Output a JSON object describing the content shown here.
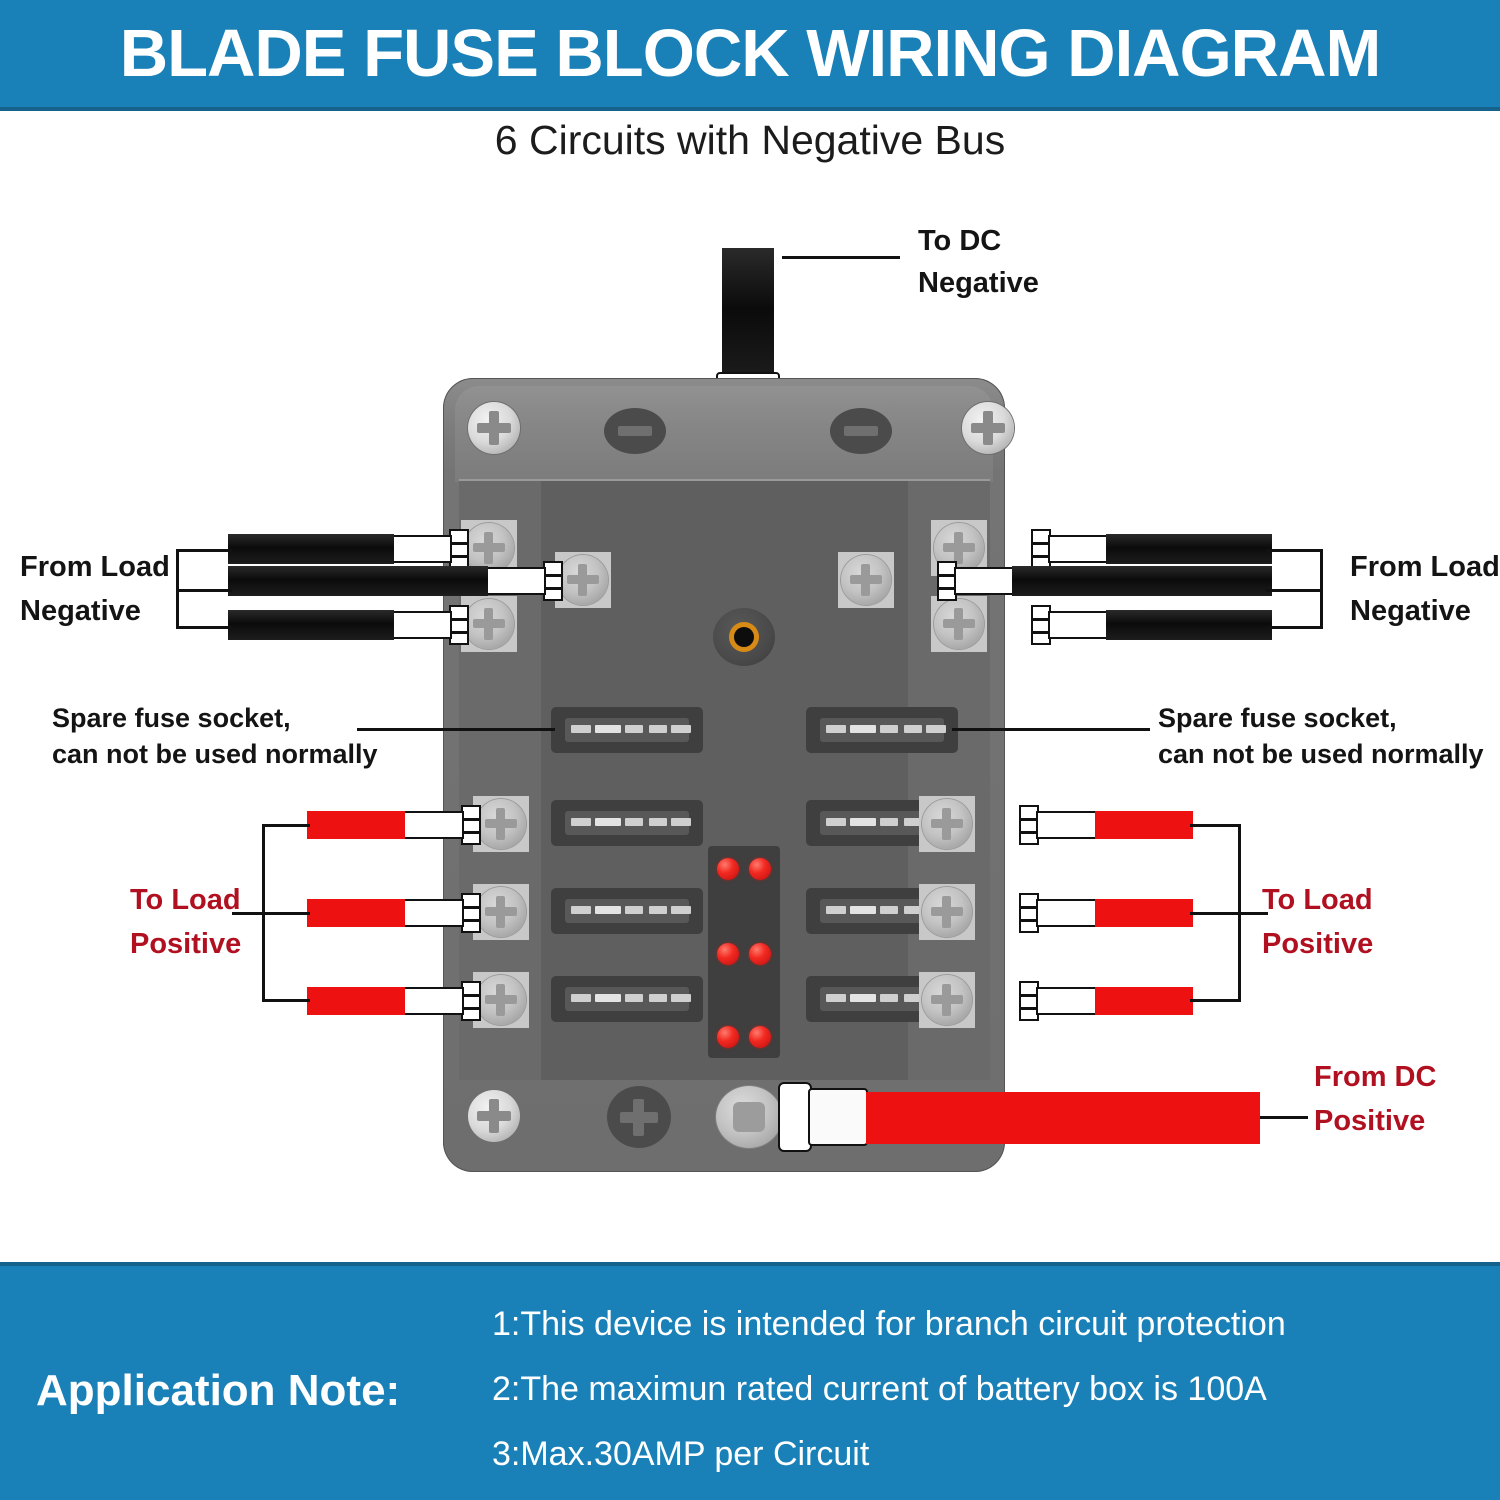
{
  "header": {
    "title": "BLADE FUSE BLOCK WIRING DIAGRAM",
    "subtitle": "6 Circuits with Negative Bus",
    "bar_color": "#1A81B8"
  },
  "footer": {
    "label": "Application Note:",
    "notes": [
      "1:This device is intended for branch circuit protection",
      "2:The maximun rated current of battery box is 100A",
      "3:Max.30AMP per Circuit"
    ],
    "bar_color": "#1A81B8"
  },
  "diagram": {
    "labels": {
      "to_dc_negative_line1": "To DC",
      "to_dc_negative_line2": "Negative",
      "from_load_negative_left_line1": "From Load",
      "from_load_negative_left_line2": "Negative",
      "from_load_negative_right_line1": "From Load",
      "from_load_negative_right_line2": "Negative",
      "spare_fuse_left_line1": "Spare fuse socket,",
      "spare_fuse_left_line2": "can not be used normally",
      "spare_fuse_right_line1": "Spare fuse socket,",
      "spare_fuse_right_line2": "can not be used normally",
      "to_load_positive_left_line1": "To Load",
      "to_load_positive_left_line2": "Positive",
      "to_load_positive_right_line1": "To Load",
      "to_load_positive_right_line2": "Positive",
      "from_dc_positive_line1": "From DC",
      "from_dc_positive_line2": "Positive"
    },
    "colors": {
      "positive_wire": "#EE1111",
      "negative_wire": "#0B0B0B",
      "red_label": "#B01020",
      "led": "#F22A22",
      "grommet": "#D88A17",
      "body": "#6E6E6E"
    },
    "counts": {
      "circuits": 6,
      "leds": 6,
      "spare_sockets": 2,
      "negative_bus_wires": 6,
      "positive_load_wires": 6
    }
  }
}
